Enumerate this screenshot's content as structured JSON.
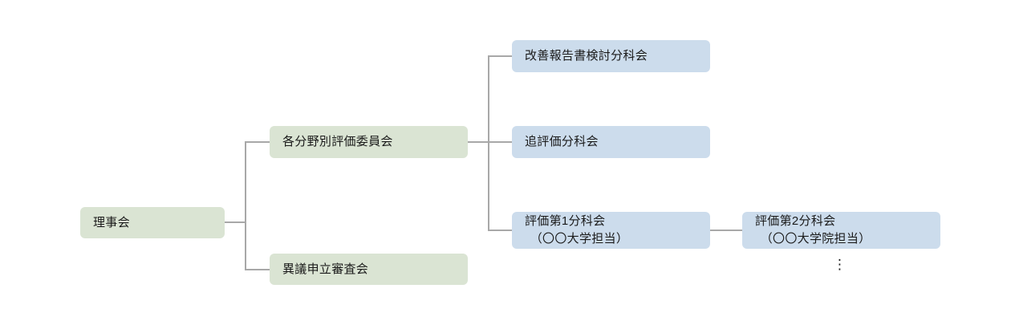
{
  "diagram": {
    "type": "organization-tree",
    "background_color": "#ffffff",
    "connector_color": "#a8a8a8",
    "text_color": "#1a1a1a",
    "level_colors": {
      "green": "#dae4d3",
      "blue": "#ccdcec"
    },
    "nodes": {
      "root": {
        "label": "理事会",
        "color": "#dae4d3"
      },
      "level2": [
        {
          "label": "各分野別評価委員会",
          "color": "#dae4d3"
        },
        {
          "label": "異議申立審査会",
          "color": "#dae4d3"
        }
      ],
      "level3": [
        {
          "label": "改善報告書検討分科会",
          "color": "#ccdcec"
        },
        {
          "label": "追評価分科会",
          "color": "#ccdcec"
        },
        {
          "line1": "評価第1分科会",
          "line2": "（〇〇大学担当）",
          "color": "#ccdcec"
        }
      ],
      "level4": [
        {
          "line1": "評価第2分科会",
          "line2": "（〇〇大学院担当）",
          "color": "#ccdcec"
        }
      ]
    },
    "continuation_marker": "⋮"
  }
}
